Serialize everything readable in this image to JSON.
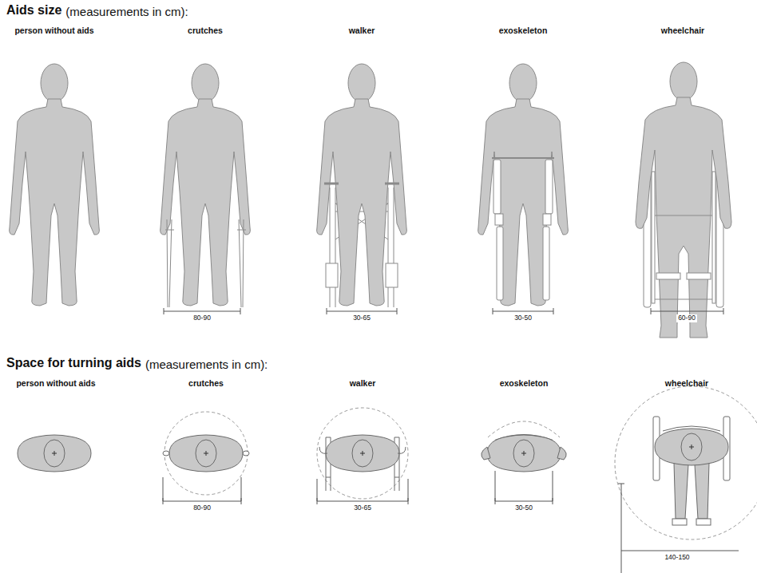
{
  "diagram": {
    "labels": [
      "Aids size",
      "(measurements in cm):",
      "person without aids",
      "crutches",
      "walker",
      "exoskeleton",
      "wheelchair",
      "80-90",
      "30-65",
      "30-50",
      "60-90",
      "Space for turning aids",
      "(measurements in cm):",
      "person without aids",
      "crutches",
      "walker",
      "exoskeleton",
      "wheelchair",
      "80-90",
      "30-65",
      "30-50",
      "140-150"
    ]
  }
}
